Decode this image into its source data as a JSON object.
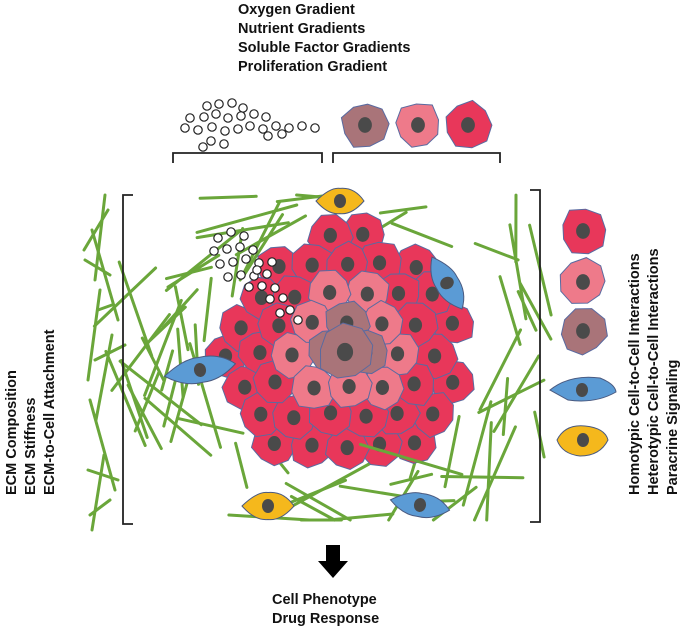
{
  "top_labels": [
    "Oxygen Gradient",
    "Nutrient Gradients",
    "Soluble Factor Gradients",
    "Proliferation Gradient"
  ],
  "left_labels": [
    "ECM Composition",
    "ECM Stiffness",
    "ECM-to-Cell Attachment"
  ],
  "right_labels": [
    "Homotypic Cell-to-Cell Interactions",
    "Heterotypic Cell-to-Cell Interactions",
    "Paracrine Signaling"
  ],
  "bottom_labels": [
    "Cell Phenotype",
    "Drug Response"
  ],
  "colors": {
    "proliferating_cell": "#e8375a",
    "quiescent_cell": "#ee7a8a",
    "necrotic_cell": "#a97479",
    "nucleus": "#4a4a4a",
    "fibroblast": "#5b9bd5",
    "stromal_cell": "#f5b81c",
    "ecm_fiber": "#6aa63a",
    "bracket": "#222222",
    "arrow": "#000000"
  }
}
